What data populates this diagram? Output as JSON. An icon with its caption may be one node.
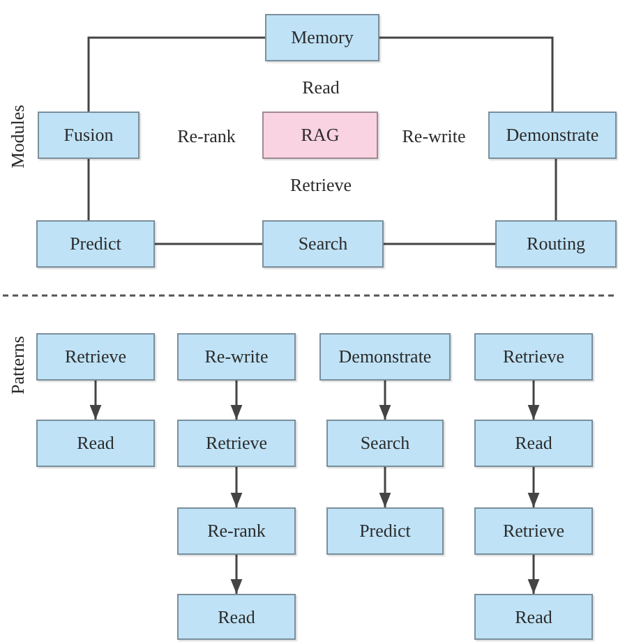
{
  "diagram": {
    "nodes": [
      {
        "text": [
          "Memory"
        ]
      },
      {
        "text": [
          "Fusion"
        ]
      },
      {
        "text": [
          "RAG"
        ]
      },
      {
        "text": [
          "Demonstrate"
        ]
      },
      {
        "text": [
          "Predict"
        ]
      },
      {
        "text": [
          "Search"
        ]
      },
      {
        "text": [
          "Routing"
        ]
      },
      {
        "text": [
          "Retrieve"
        ]
      },
      {
        "text": [
          "Read"
        ]
      },
      {
        "text": [
          "Re-write"
        ]
      },
      {
        "text": [
          "Retrieve"
        ]
      },
      {
        "text": [
          "Re-rank"
        ]
      },
      {
        "text": [
          "Read"
        ]
      },
      {
        "text": [
          "Demonstrate"
        ]
      },
      {
        "text": [
          "Search"
        ]
      },
      {
        "text": [
          "Predict"
        ]
      },
      {
        "text": [
          "Retrieve"
        ]
      },
      {
        "text": [
          "Read"
        ]
      },
      {
        "text": [
          "Retrieve"
        ]
      },
      {
        "text": [
          "Read"
        ]
      }
    ],
    "edges": [
      {
        "from": 1,
        "to": 0,
        "arrow": "none"
      },
      {
        "from": 0,
        "to": 3,
        "arrow": "none"
      },
      {
        "from": 1,
        "to": 4,
        "arrow": "none"
      },
      {
        "from": 4,
        "to": 5,
        "arrow": "none"
      },
      {
        "from": 5,
        "to": 6,
        "arrow": "none"
      },
      {
        "from": 6,
        "to": 3,
        "arrow": "none"
      },
      {
        "from": 7,
        "to": 8,
        "arrow": "to"
      },
      {
        "from": 9,
        "to": 10,
        "arrow": "to"
      },
      {
        "from": 10,
        "to": 11,
        "arrow": "to"
      },
      {
        "from": 11,
        "to": 12,
        "arrow": "to"
      },
      {
        "from": 13,
        "to": 14,
        "arrow": "to"
      },
      {
        "from": 14,
        "to": 15,
        "arrow": "to"
      },
      {
        "from": 16,
        "to": 17,
        "arrow": "to"
      },
      {
        "from": 17,
        "to": 18,
        "arrow": "to"
      },
      {
        "from": 18,
        "to": 19,
        "arrow": "to"
      }
    ],
    "labels": [
      "Read",
      "Modules",
      "Re-rank",
      "Re-write",
      "Retrieve",
      "Patterns"
    ]
  }
}
